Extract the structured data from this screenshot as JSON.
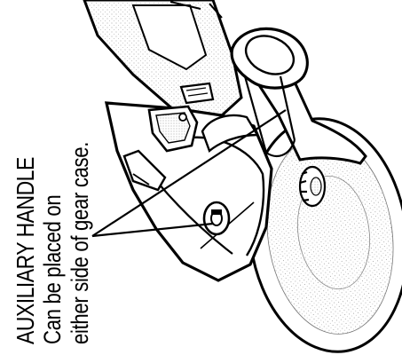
{
  "figure": {
    "caption": {
      "title": "AUXILIARY HANDLE",
      "line1": "Can be placed on",
      "line2": "either side of gear case."
    },
    "subject": "angle-grinder",
    "callout_target": "auxiliary-handle-mount",
    "colors": {
      "ink": "#000000",
      "paper": "#ffffff",
      "shade": "#9a9a9a"
    }
  }
}
